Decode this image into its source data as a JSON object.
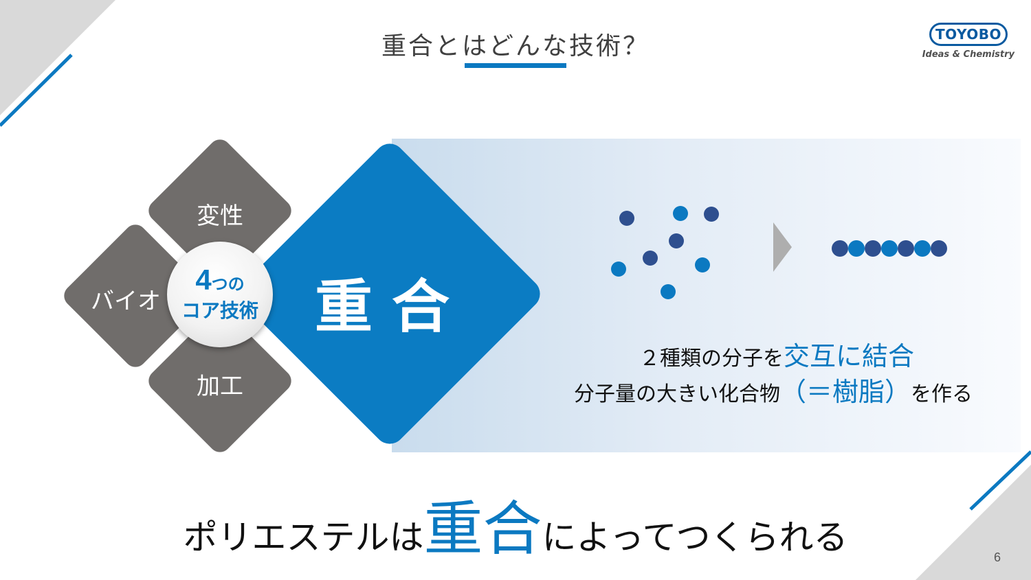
{
  "slide": {
    "title": "重合とはどんな技術？",
    "page_number": "6"
  },
  "logo": {
    "wordmark": "TOYOBO",
    "tagline": "Ideas & Chemistry"
  },
  "diamonds": {
    "top": "変性",
    "left": "バイオ",
    "bottom": "加工",
    "main": "重合"
  },
  "core": {
    "number": "4",
    "suffix": "つの",
    "line2": "コア技術"
  },
  "description": {
    "line1_prefix": "２種類の分子を",
    "line1_accent": "交互に結合",
    "line2_prefix": "分子量の大きい化合物",
    "line2_accent": "（＝樹脂）",
    "line2_suffix": "を作る"
  },
  "conclusion": {
    "prefix": "ポリエステルは",
    "accent": "重合",
    "suffix": "によってつくられる"
  },
  "colors": {
    "brand_blue": "#0b79c1",
    "dark_blue": "#2e4f8f",
    "gray_diamond": "#706d6b",
    "corner_gray": "#d9d9d9"
  },
  "icons": {
    "arrow": "gray-triangle-arrow",
    "molecules": "scattered-molecule-dots",
    "chain": "linked-molecule-chain"
  }
}
